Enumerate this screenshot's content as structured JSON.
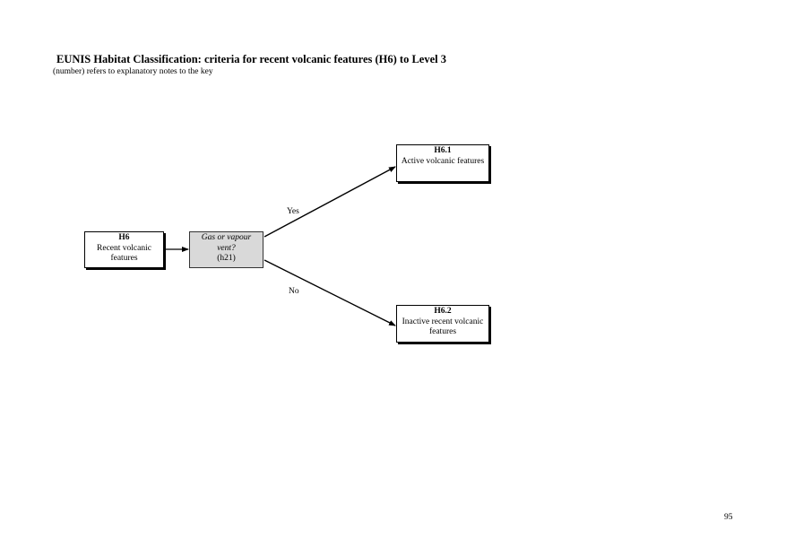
{
  "title": "EUNIS Habitat Classification: criteria for recent volcanic features (H6) to Level 3",
  "subtitle": "(number) refers to explanatory notes to the key",
  "nodes": {
    "h6": {
      "code": "H6",
      "line1": "Recent volcanic",
      "line2": "features"
    },
    "question": {
      "line1": "Gas or vapour",
      "line2": "vent?",
      "note": "(h21)"
    },
    "h61": {
      "code": "H6.1",
      "line1": "Active volcanic features"
    },
    "h62": {
      "code": "H6.2",
      "line1": "Inactive recent volcanic",
      "line2": "features"
    }
  },
  "edges": {
    "yes_label": "Yes",
    "no_label": "No"
  },
  "page_number": "95"
}
